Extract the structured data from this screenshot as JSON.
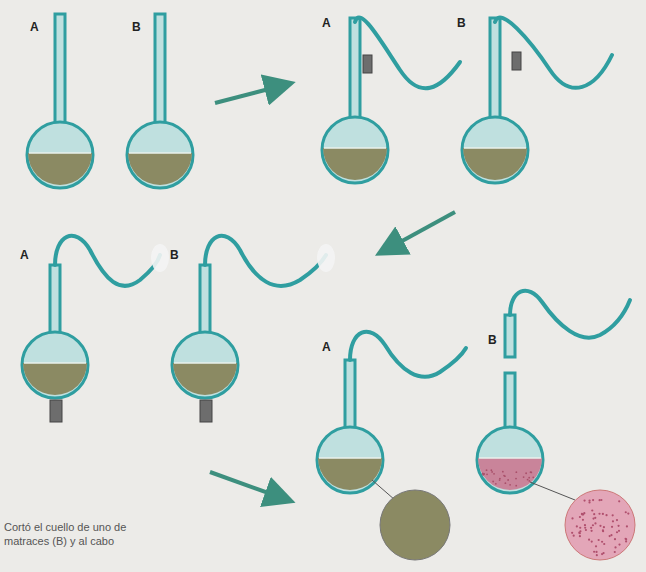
{
  "diagram": {
    "labels": [
      "A",
      "B",
      "A",
      "B",
      "A",
      "B",
      "A",
      "B",
      "Cortó el cuello de uno de matraces (B) y al cabo"
    ]
  }
}
